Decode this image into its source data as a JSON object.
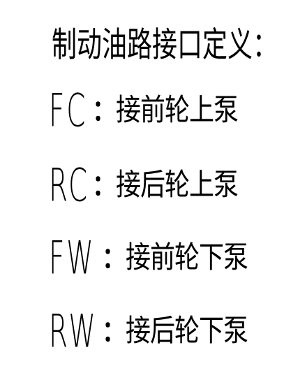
{
  "title": "制动油路接口定义：",
  "rows": [
    {
      "code": "FC",
      "colon": "：",
      "desc": "接前轮上泵"
    },
    {
      "code": "RC",
      "colon": "：",
      "desc": "接后轮上泵"
    },
    {
      "code": "FW",
      "colon": "：",
      "desc": "接前轮下泵"
    },
    {
      "code": "RW",
      "colon": "：",
      "desc": "接后轮下泵"
    }
  ]
}
